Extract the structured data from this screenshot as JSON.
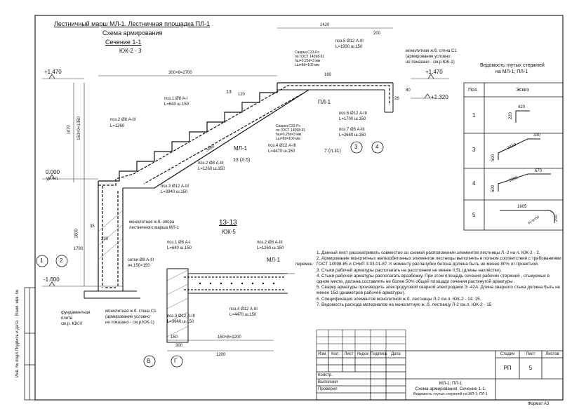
{
  "drawing": {
    "title": "Лестничный марш МЛ-1. Лестничная площадка ПЛ-1",
    "subtitle": "Схема армирования",
    "section_title": "Сечение 1-1",
    "section_ref": "ЮК-2 - 3",
    "section2_title": "13-13",
    "section2_ref": "ЮК-5"
  },
  "elevations": {
    "top_left": "+1.470",
    "top_right": "+1.470",
    "right_lower": "+1.320",
    "zero": "0.000",
    "zero_note": "ур.ч.п.",
    "bottom": "-1.600"
  },
  "dims": {
    "top_span": "300×9=2700",
    "right_span": "1420",
    "height": "1470",
    "height_steps": "150×9=1350",
    "slab_len": "3080",
    "col_width": "1780",
    "col_h": "1600",
    "bottom_total": "1200",
    "bottom_steps": "150×8=1200",
    "dims_120": "120",
    "dims_35": "35",
    "dims_230": "230",
    "dims_150": "150",
    "dims_300": "300",
    "dims_180": "180",
    "dims_200": "200",
    "dims_80": "80",
    "dims_26": "26"
  },
  "labels": {
    "pos1": "поз.1 Ø8 А-I",
    "pos1_len": "L=640 ш.150",
    "pos2": "поз.2 Ø8 А-III",
    "pos2_len": "L=1260",
    "pos2b": "поз.2 Ø8 А-III",
    "pos2b_len": "L=1260 ш.150",
    "pos3": "поз.3 Ø12 А-III",
    "pos3_len": "L=3940 ш.150",
    "pos4": "поз.4 Ø12 А-III",
    "pos4_len": "L=4470 ш.150",
    "pos5": "поз.5 Ø12 А-III",
    "pos5_len": "L=1930 ш.150",
    "pos6": "поз.6 Ø12 А-III",
    "pos6_len": "L=1700 ш.150",
    "pos7": "поз.7 Ø8 А-III",
    "pos7_len": "L=2680 ш.150",
    "weld1": "Сварка С23-Рэ",
    "weld1b": "по ГОСТ 14098-91",
    "weld1c": "hш=0,25d=3 мм",
    "weld1d": "Lш=8d=100 мм",
    "weld2": "Сварка С23-Рэ",
    "weld2b": "по ГОСТ 14098-91",
    "weld2c": "hш=0,25d=3 мм",
    "weld2d": "Lш=8d=100 мм",
    "wall_c1": "монолитная ж.б. стена С1",
    "wall_c1b": "(армирование условно",
    "wall_c1c": "не показано - см.р.ЮК-1)",
    "support": "монолитная ж.б. опора",
    "support2": "лестничного марша МЛ-1",
    "mesh": "сетки Ø8 А-III",
    "mesh2": "яч.150×150",
    "found": "фундаментная",
    "found2": "плита",
    "found3": "см.р. ЮК-0",
    "wall2": "монолитная ж.б. стена С1",
    "wall2b": "(армирование условно",
    "wall2c": "не показано - см.р.ЮК-1)",
    "ml1": "МЛ-1",
    "pl1": "ПЛ-1",
    "ml1b": "МЛ-1",
    "ref13": "13",
    "ref13b": "13 (л.5)",
    "ref7": "7 (л.11)",
    "peremen": "перемен.",
    "lf_1": "1",
    "lf_2": "2",
    "ax3": "3",
    "ax4": "4",
    "axV": "В",
    "axG": "Г",
    "s2_pos1": "поз.1 Ø8 А-I",
    "s2_pos1_len": "L=640 ш.150",
    "s2_pos2": "поз.2 Ø8 А-III",
    "s2_pos2_len": "L=1260 ш.150",
    "s2_pos3": "поз.3 Ø12 А-III",
    "s2_pos3_len": "L=3940 ш.150",
    "s2_pos4": "поз.4 Ø12 А-III",
    "s2_pos4_len": "L=4470 ш.150"
  },
  "schedule": {
    "title": "Ведомость гнутых стержней",
    "title2": "на МЛ-1; ПЛ-1",
    "col_pos": "Поз.",
    "col_sketch": "Эскиз",
    "rows": [
      {
        "pos": "1",
        "d1": "420",
        "d2": "220"
      },
      {
        "pos": "3",
        "d1": "330",
        "d2": "3110",
        "d3": "500"
      },
      {
        "pos": "4",
        "d1": "670",
        "d2": "3300",
        "d3": "500"
      },
      {
        "pos": "5",
        "d1": "1605",
        "d2": "200",
        "d3": "R=d=8d"
      }
    ]
  },
  "notes": [
    "1. Данный лист рассматривать совместно со схемой расположения элементов лестницы Л -2 на л. ЮК-2 - 2.",
    "2. Армирование монолитных железобетонных элементов лестницы выполнять в полном соответствии с требованиями ГОСТ 14098-85 и СНиП 3.03.01-87. К моменту распалубки бетона должна быть не менее 80% от проектной.",
    "3. Стыки рабочей арматуры располагать на расстоянии не менее 0,5L (длины нахлёстки).",
    "4. Стыки рабочей арматуры располагать вразбежку. При этом площадь сечения рабочих стержней , стыкуемых в одном месте, должна составлять не более 50% общей площади сечения растянутой арматуры .",
    "5. Сварку арматуры производить электродуговой сваркой электродами Э -42А. Длина сварного стыка должна быть не менее 15d (диаметров рабочей арматуры).",
    "6. Спецификация элементов монолитной ж.б. лестницы Л-2 см.л. ЮК-2 - 14; 15.",
    "7. Ведомость расхода материалов на монолитную ж .б. лестницу Л-2 см.л. ЮК-2 - 15."
  ],
  "side_stamp": {
    "c1": "Инв. № подл.",
    "c2": "Подпись и дата",
    "c3": "Взам. инв. №"
  },
  "title_block": {
    "hdr_izm": "Изм.",
    "hdr_kol": "Кол.",
    "hdr_list": "Лист",
    "hdr_ndok": "№док",
    "hdr_podp": "Подпись",
    "hdr_data": "Дата",
    "konstr": "Констр.",
    "vypolnil": "Выполнил",
    "proveril": "Проверил",
    "stage_h": "Стадия",
    "sheet_h": "Лист",
    "sheets_h": "Листов",
    "stage": "РП",
    "sheet": "5",
    "name1": "МЛ-1; ПЛ-1",
    "name2": "Схема армирования. Сечение 1-1.",
    "name3": "Ведомость гнутых стержней на МЛ-1; ПЛ-1",
    "format": "Формат А3"
  }
}
